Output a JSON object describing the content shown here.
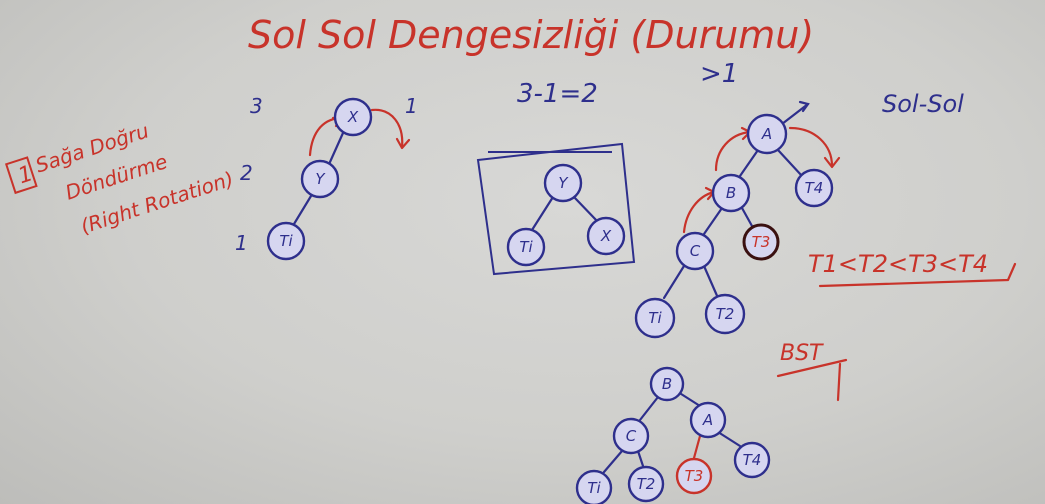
{
  "board": {
    "title": "Sol  Sol Dengesizliği (Durumu)",
    "rotation_note": {
      "marker": "1",
      "line1": "Sağa Doğru",
      "line2": "Döndürme",
      "line3": "(Right Rotation)"
    },
    "heights": {
      "x": "3",
      "y": "2",
      "t1": "1",
      "x_right": "1"
    },
    "balance_calc": "3-1=2",
    "balance_gt": ">1",
    "case_label": "Sol-Sol",
    "inequality": "T1<T2<T3<T4",
    "bst_label": "BST",
    "tree1": {
      "x": "X",
      "y": "Y",
      "t1": "Ti"
    },
    "tree_box": {
      "y": "Y",
      "t1": "Ti",
      "x": "X"
    },
    "tree2": {
      "a": "A",
      "b": "B",
      "c": "C",
      "t1": "Ti",
      "t2": "T2",
      "t3": "T3",
      "t4": "T4"
    },
    "tree3": {
      "b": "B",
      "c": "C",
      "a": "A",
      "t1": "Ti",
      "t2": "T2",
      "t3": "T3",
      "t4": "T4"
    }
  },
  "colors": {
    "marker_red": "#c8332a",
    "marker_blue": "#2e2f8c",
    "board": "#d1d1cf"
  }
}
